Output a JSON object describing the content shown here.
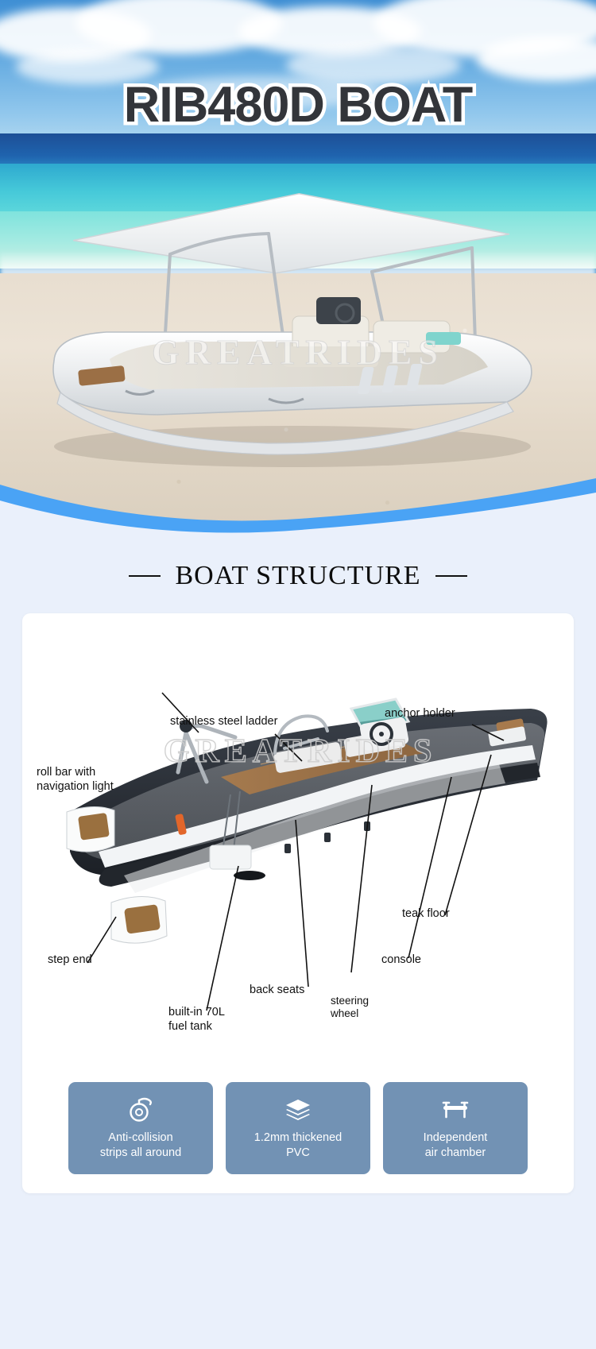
{
  "hero": {
    "title": "RIB480D BOAT",
    "watermark": "GREATRIDES"
  },
  "structure": {
    "heading": "BOAT STRUCTURE",
    "dash_left": "—",
    "dash_right": "—",
    "watermark": "GREATRIDES",
    "labels": [
      {
        "id": "stainless-steel-ladder",
        "text": "stainless steel ladder"
      },
      {
        "id": "anchor-holder",
        "text": "anchor holder"
      },
      {
        "id": "roll-bar-with-navigation-light",
        "text": "roll bar with\nnavigation light"
      },
      {
        "id": "step-end",
        "text": "step end"
      },
      {
        "id": "built-in-fuel-tank",
        "text": "built-in 70L\nfuel tank"
      },
      {
        "id": "back-seats",
        "text": "back seats"
      },
      {
        "id": "steering-wheel",
        "text": "steering\nwheel"
      },
      {
        "id": "console",
        "text": "console"
      },
      {
        "id": "teak-floor",
        "text": "teak floor"
      }
    ],
    "features": [
      {
        "id": "anti-collision",
        "icon": "fender-icon",
        "text": "Anti-collision\nstrips all around"
      },
      {
        "id": "thickened-pvc",
        "icon": "layers-icon",
        "text": "1.2mm thickened\nPVC"
      },
      {
        "id": "air-chamber",
        "icon": "chamber-icon",
        "text": "Independent\nair chamber"
      }
    ]
  },
  "colors": {
    "page_background": "#eaf0fb",
    "wave_blue": "#4aa3f5",
    "feature_box": "#7292b4",
    "title_text": "#33353a",
    "title_stroke": "#ffffff"
  }
}
